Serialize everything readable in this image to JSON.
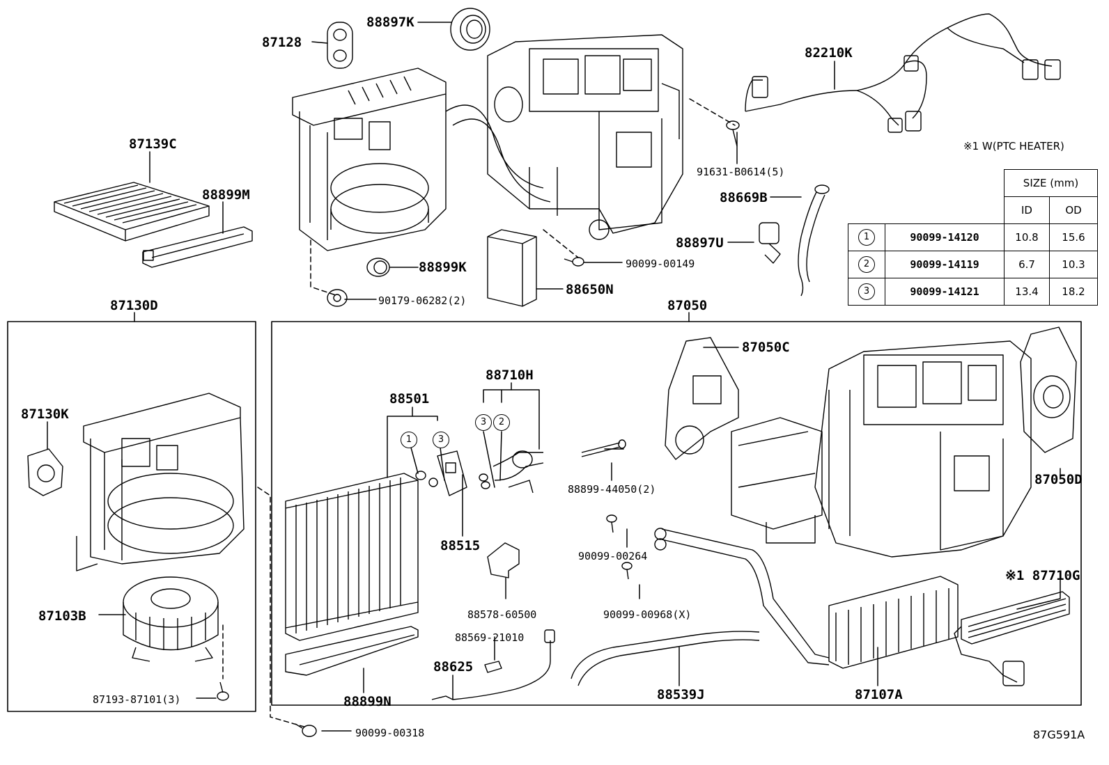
{
  "labels": {
    "p87128": "87128",
    "p88897K": "88897K",
    "p82210K": "82210K",
    "p87139C": "87139C",
    "p88899M": "88899M",
    "p91631": "91631-B0614(5)",
    "p88669B": "88669B",
    "p88897U": "88897U",
    "p88899K": "88899K",
    "p90099_00149": "90099-00149",
    "p90179": "90179-06282(2)",
    "p88650N": "88650N",
    "p87130D": "87130D",
    "p87050": "87050",
    "p87130K": "87130K",
    "p87050C": "87050C",
    "p88710H": "88710H",
    "p88501": "88501",
    "p88899_44050": "88899-44050(2)",
    "p87050D": "87050D",
    "p88515": "88515",
    "p90099_00264": "90099-00264",
    "p88578": "88578-60500",
    "p90099_00968": "90099-00968(X)",
    "p87710G": "※1 87710G",
    "p87103B": "87103B",
    "p88569": "88569-21010",
    "p88625": "88625",
    "p88539J": "88539J",
    "p87107A": "87107A",
    "p87193": "87193-87101(3)",
    "p88899N": "88899N",
    "p90099_00318": "90099-00318",
    "ref_code": "87G591A",
    "note_ptc": "※1 W(PTC HEATER)"
  },
  "circles": {
    "c88501_1": "1",
    "c88501_3": "3",
    "c88710_3": "3",
    "c88710_2": "2"
  },
  "size_table": {
    "header": "SIZE (mm)",
    "col_id": "ID",
    "col_od": "OD",
    "rows": [
      {
        "mark": "1",
        "part": "90099-14120",
        "id": "10.8",
        "od": "15.6"
      },
      {
        "mark": "2",
        "part": "90099-14119",
        "id": "6.7",
        "od": "10.3"
      },
      {
        "mark": "3",
        "part": "90099-14121",
        "id": "13.4",
        "od": "18.2"
      }
    ]
  }
}
